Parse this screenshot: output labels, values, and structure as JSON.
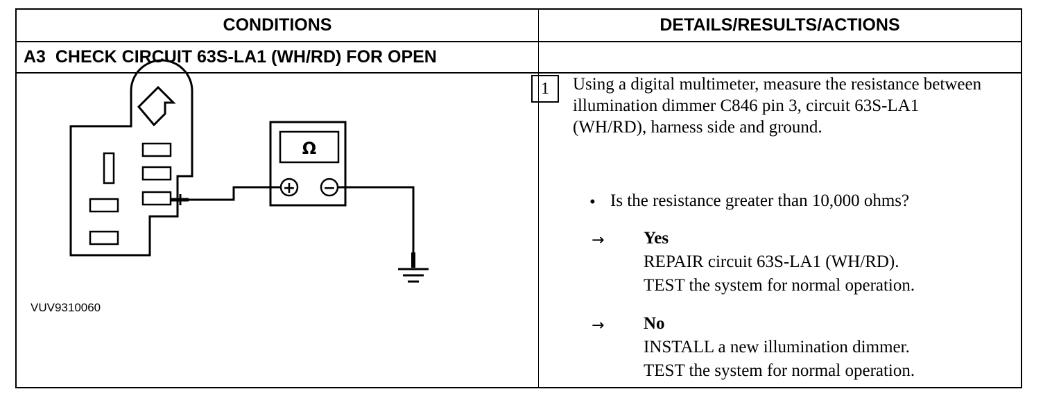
{
  "headers": {
    "conditions": "CONDITIONS",
    "details": "DETAILS/RESULTS/ACTIONS"
  },
  "section_title": "A3  CHECK CIRCUIT 63S-LA1 (WH/RD) FOR OPEN",
  "diagram": {
    "meter_symbol": "Ω",
    "positive_symbol": "+",
    "negative_symbol": "−",
    "figure_code": "VUV9310060"
  },
  "step": {
    "number": "1",
    "instruction": "Using a digital multimeter, measure the resistance between illumination dimmer C846 pin 3, circuit 63S-LA1 (WH/RD), harness side and ground.",
    "bullet": "•",
    "question": "Is the resistance greater than 10,000 ohms?",
    "arrow": "→",
    "yes": {
      "label": "Yes",
      "line1": "REPAIR circuit 63S-LA1 (WH/RD).",
      "line2": "TEST the system for normal operation."
    },
    "no": {
      "label": "No",
      "line1": "INSTALL a new illumination dimmer.",
      "line2": "TEST the system for normal operation."
    }
  }
}
